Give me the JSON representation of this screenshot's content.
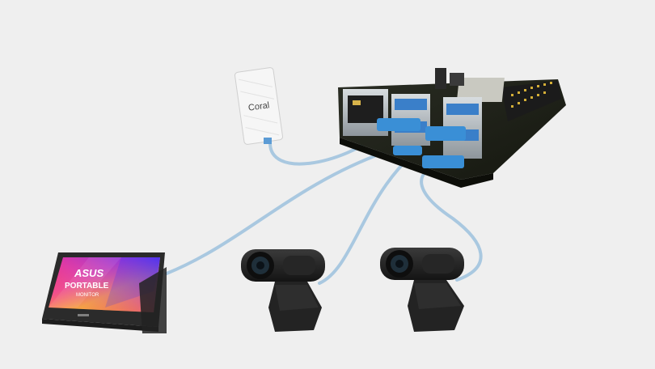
{
  "scene": {
    "background": "#efefef",
    "cable_color": "#a9c8e0",
    "connector_color": "#3a8fd6"
  },
  "coral_stick": {
    "logo_text": "Coral"
  },
  "monitor": {
    "brand_text": "ASUS",
    "line1": "PORTABLE",
    "line2": "MONITOR"
  },
  "board": {
    "name": "single-board-computer"
  },
  "webcams": [
    {
      "name": "webcam-left"
    },
    {
      "name": "webcam-right"
    }
  ]
}
